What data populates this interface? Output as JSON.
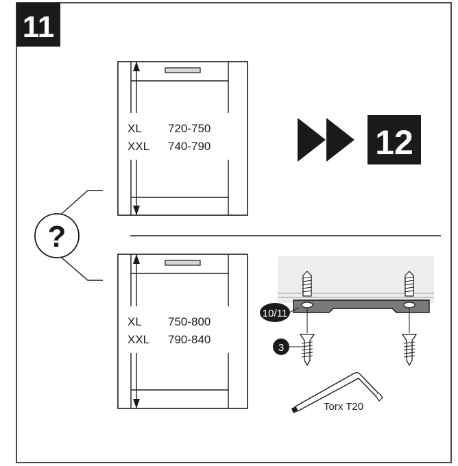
{
  "step": {
    "number": "11",
    "next_step": "12"
  },
  "decision": {
    "symbol": "?"
  },
  "option_top": {
    "rows": [
      {
        "size": "XL",
        "range": "720-750"
      },
      {
        "size": "XXL",
        "range": "740-790"
      }
    ]
  },
  "option_bottom": {
    "rows": [
      {
        "size": "XL",
        "range": "750-800"
      },
      {
        "size": "XXL",
        "range": "790-840"
      }
    ]
  },
  "callouts": {
    "bracket_part": "10/11",
    "screw_part": "3"
  },
  "tool": {
    "label": "Torx T20"
  },
  "colors": {
    "ink": "#1a1a1a",
    "badge_bg": "#1a1a1a",
    "badge_text": "#ffffff",
    "bracket_fill": "#7a7a7a",
    "surface_fill": "#ededed"
  }
}
